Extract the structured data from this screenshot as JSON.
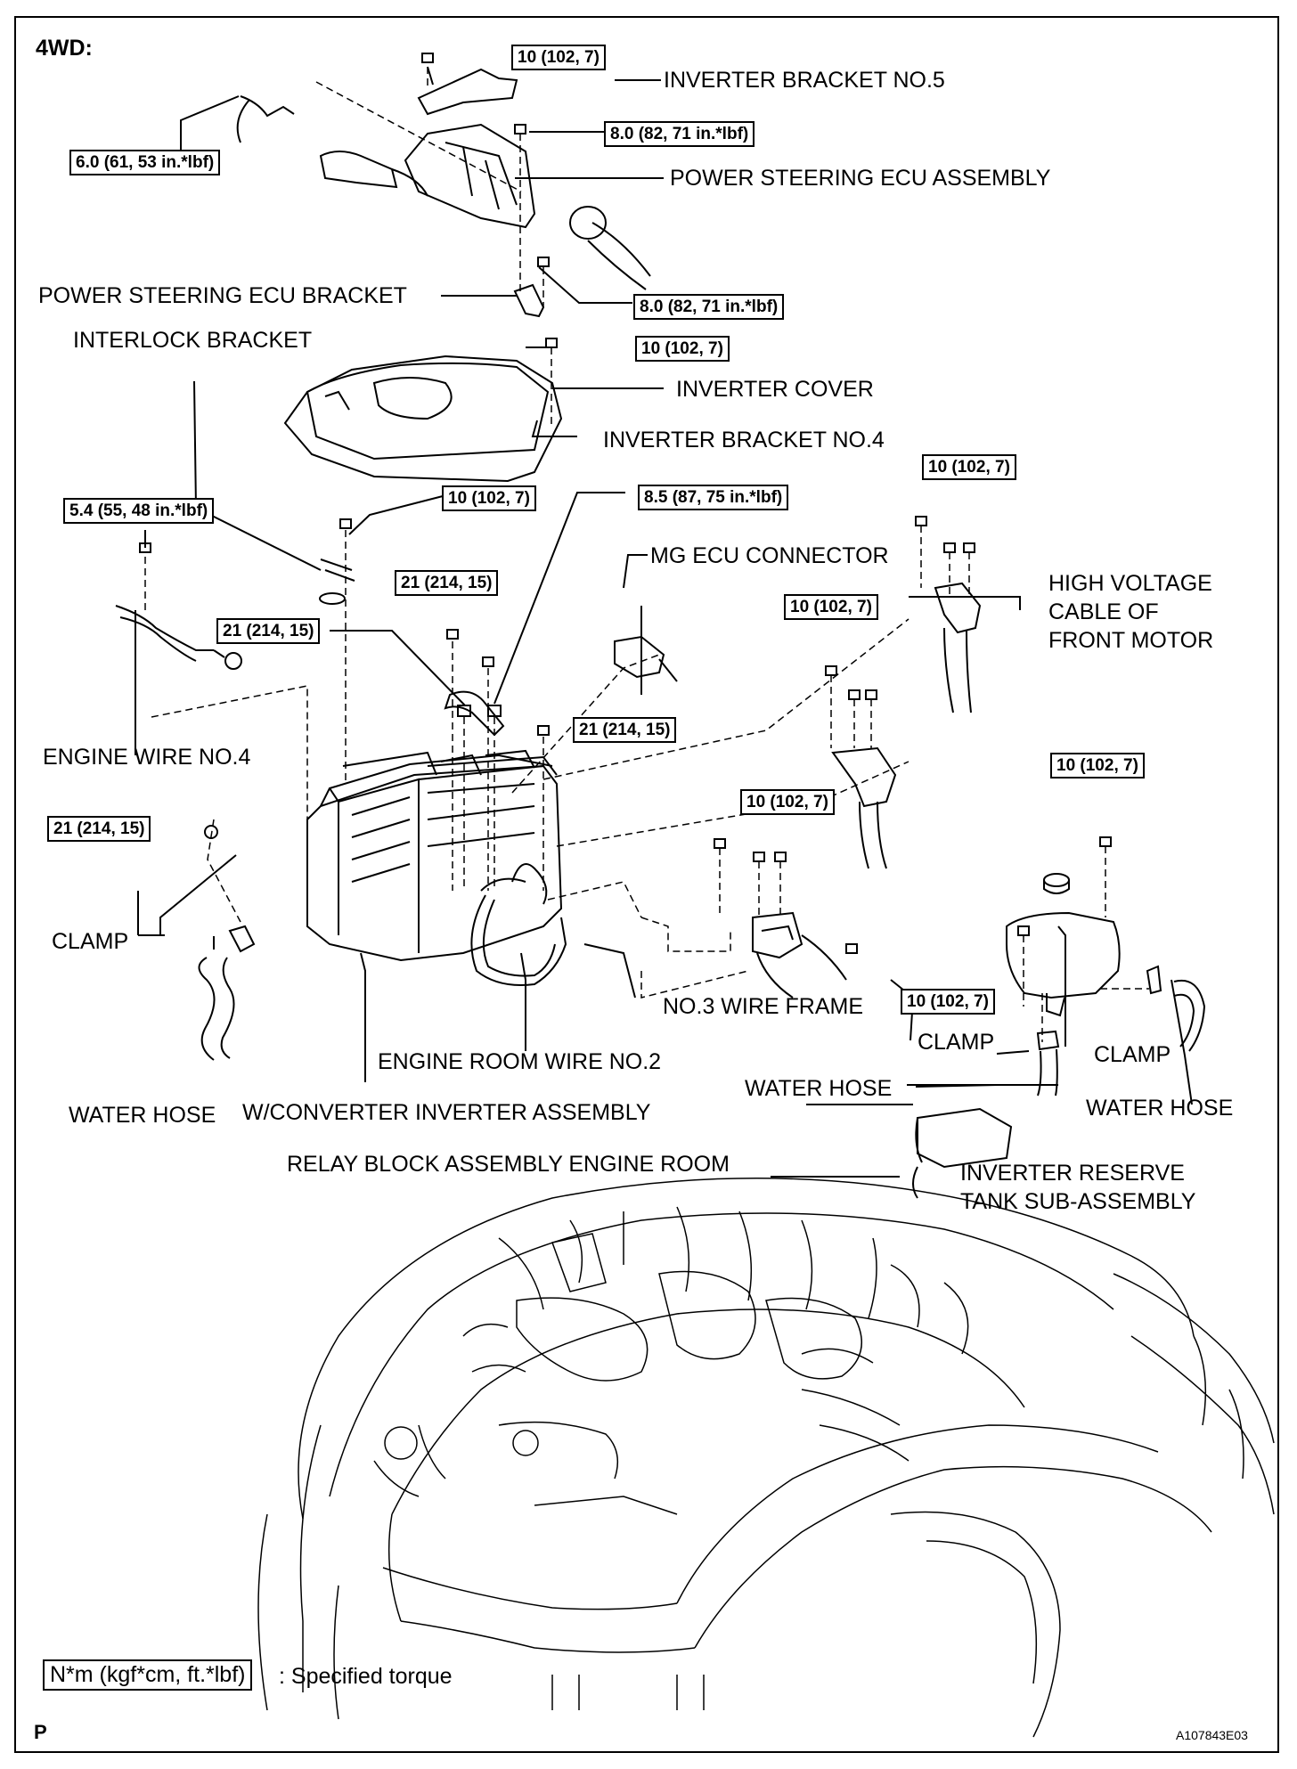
{
  "header": {
    "view_label": "4WD:"
  },
  "torque_specs": {
    "t1": "10 (102, 7)",
    "t2": "6.0 (61, 53 in.*lbf)",
    "t3": "8.0 (82, 71 in.*lbf)",
    "t4": "8.0 (82, 71 in.*lbf)",
    "t5": "10 (102, 7)",
    "t6": "10 (102, 7)",
    "t7": "8.5 (87, 75 in.*lbf)",
    "t8": "5.4 (55, 48 in.*lbf)",
    "t9": "10 (102, 7)",
    "t10": "21 (214, 15)",
    "t11": "21 (214, 15)",
    "t12": "10 (102, 7)",
    "t13": "21 (214, 15)",
    "t14": "21 (214, 15)",
    "t15": "10 (102, 7)",
    "t16": "10 (102, 7)",
    "t17": "10 (102, 7)"
  },
  "parts": {
    "inverter_bracket_no5": "INVERTER BRACKET NO.5",
    "power_steering_ecu_assembly": "POWER STEERING ECU ASSEMBLY",
    "power_steering_ecu_bracket": "POWER STEERING ECU BRACKET",
    "interlock_bracket": "INTERLOCK BRACKET",
    "inverter_cover": "INVERTER COVER",
    "inverter_bracket_no4": "INVERTER BRACKET NO.4",
    "mg_ecu_connector": "MG ECU CONNECTOR",
    "hv_cable_line1": "HIGH VOLTAGE",
    "hv_cable_line2": "CABLE OF",
    "hv_cable_line3": "FRONT MOTOR",
    "engine_wire_no4": "ENGINE WIRE NO.4",
    "clamp_left": "CLAMP",
    "water_hose_left": "WATER HOSE",
    "converter_inverter": "W/CONVERTER INVERTER ASSEMBLY",
    "engine_room_wire_no2": "ENGINE ROOM WIRE NO.2",
    "no3_wire_frame": "NO.3 WIRE FRAME",
    "clamp_mid": "CLAMP",
    "clamp_right": "CLAMP",
    "water_hose_mid": "WATER HOSE",
    "water_hose_right": "WATER HOSE",
    "relay_block": "RELAY BLOCK ASSEMBLY ENGINE ROOM",
    "reserve_tank_line1": "INVERTER RESERVE",
    "reserve_tank_line2": "TANK SUB-ASSEMBLY"
  },
  "legend": {
    "unit": "N*m (kgf*cm, ft.*lbf)",
    "description": ": Specified torque"
  },
  "footer": {
    "page_marker": "P",
    "figure_code": "A107843E03"
  }
}
